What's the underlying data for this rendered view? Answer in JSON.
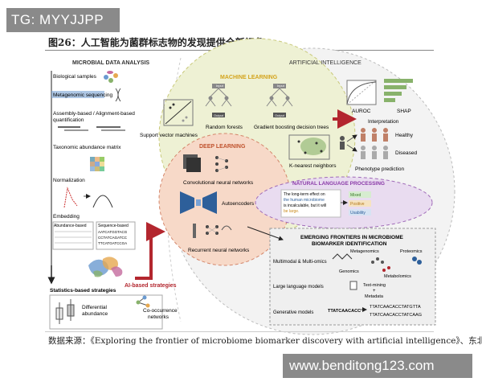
{
  "watermarks": {
    "top": "TG: MYYJJPP",
    "bottom": "www.benditong123.com"
  },
  "figure": {
    "title": "图26：人工智能为菌群标志物的发现提供全新视角",
    "source": "数据来源：《Exploring the frontier of microbiome biomarker discovery with artificial intelligence》、东北证券"
  },
  "left": {
    "header": "MICROBIAL DATA ANALYSIS",
    "steps": {
      "samples": "Biological samples",
      "meta": "Metagenomic sequencing",
      "assembly1": "Assembly-based / Alignment-based",
      "assembly2": "quantification",
      "matrix": "Taxonomic abundance matrix",
      "norm": "Normalization",
      "embed": "Embedding",
      "abund": "Abundance-based",
      "seq": "Sequence-based",
      "seqs": [
        "AATCATGGTACG",
        "CCTATCAGATCC",
        "TTCATGATCCGA"
      ],
      "stats": "Statistics-based strategies",
      "diff1": "Differential",
      "diff2": "abundance",
      "cooc1": "Co-occurrence",
      "cooc2": "networks",
      "ai": "AI-based strategies"
    }
  },
  "right": {
    "header": "ARTIFICIAL INTELLIGENCE",
    "ml": {
      "title": "MACHINE LEARNING",
      "svm": "Support vector machines",
      "rf": "Random forests",
      "gb": "Gradient boosting decision trees",
      "knn": "K-nearest neighbors",
      "input": "Input",
      "output": "Output"
    },
    "dl": {
      "title": "DEEP LEARNING",
      "cnn": "Convolutional neural networks",
      "ae": "Autoencoders",
      "rnn": "Recurrent neural networks"
    },
    "nlp": {
      "title": "NATURAL LANGUAGE PROCESSING",
      "text1": "The long-term effect on",
      "text2": "the human microbiome",
      "text3": "is incalculable, but it will",
      "text4": "be large.",
      "labels": [
        "Mixed",
        "Positive",
        "Usability"
      ]
    },
    "interp": {
      "auroc": "AUROC",
      "shap": "SHAP",
      "label": "Interpretation",
      "healthy": "Healthy",
      "diseased": "Diseased",
      "pheno": "Phenotype prediction"
    },
    "emerging": {
      "title1": "EMERGING FRONTIERS IN MICROBIOME",
      "title2": "BIOMARKER IDENTIFICATION",
      "multimodal": "Multimodal & Multi-omics",
      "metagenomics": "Metagenomics",
      "proteomics": "Proteomics",
      "genomics": "Genomics",
      "metabolomics": "Metabolomics",
      "llm": "Large language models",
      "textmining": "Text-mining",
      "plus": "+",
      "metadata": "Metadata",
      "gen": "Generative models",
      "seq_in": "TTATCAACACC",
      "seq_out1": "TTATCAACACCTATGTTA",
      "seq_out2": "TTATCAACACCTATCAAG"
    }
  },
  "colors": {
    "ml_circle": "#eef1d4",
    "dl_circle": "#f7d9c8",
    "nlp_oval": "#e9dcf0",
    "emerging_box": "#efefef",
    "red_arrow": "#b3262e",
    "highlight": "#7aa3d6"
  }
}
